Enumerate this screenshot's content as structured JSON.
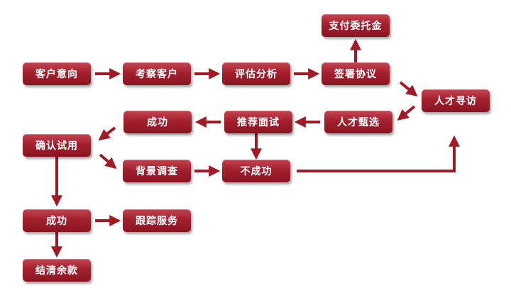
{
  "nodes": {
    "customer_intent": "客户意向",
    "inspect_customer": "考察客户",
    "evaluate_analyze": "评估分析",
    "sign_agreement": "签署协议",
    "pay_commission": "支付委托金",
    "talent_search": "人才寻访",
    "talent_screening": "人才甄选",
    "recommend_interview": "推荐面试",
    "success_top": "成功",
    "confirm_trial": "确认试用",
    "background_check": "背景调查",
    "failure": "不成功",
    "success_bottom": "成功",
    "follow_up": "跟踪服务",
    "settle_balance": "结清余款"
  },
  "colors": {
    "box_top": "#c44552",
    "box_bottom": "#8a1522",
    "arrow": "#a01a28",
    "text": "#ffffff"
  }
}
